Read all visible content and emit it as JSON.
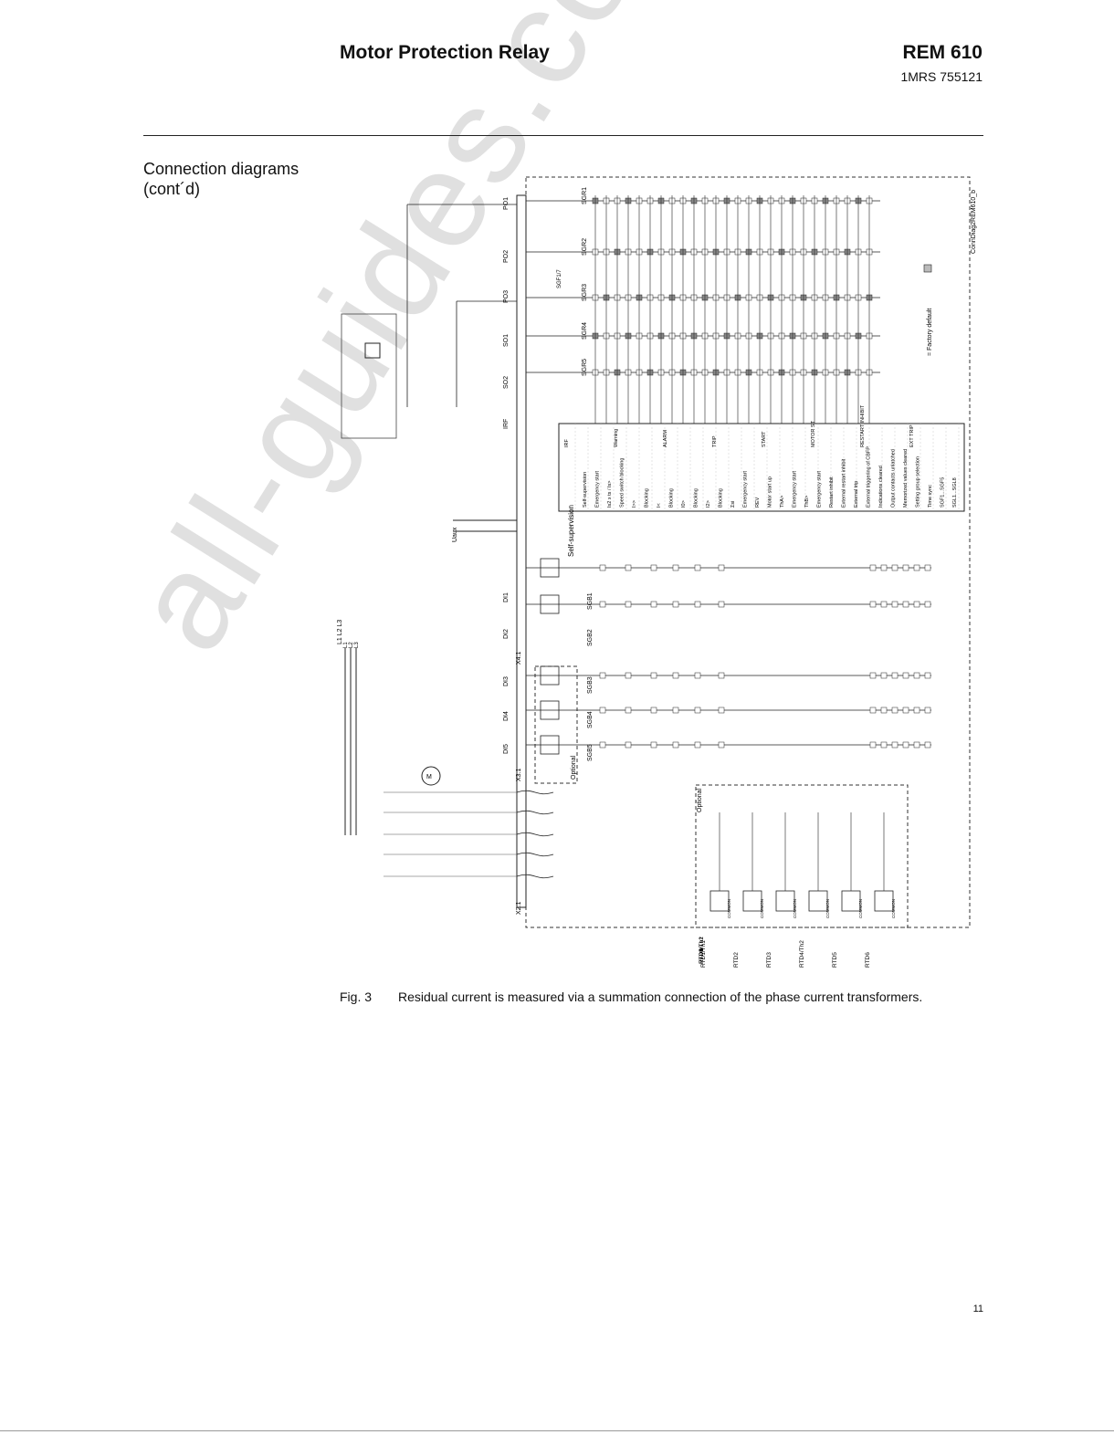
{
  "header": {
    "title": "Motor Protection Relay",
    "model": "REM 610",
    "doc_number": "1MRS 755121"
  },
  "section_heading": "Connection diagrams\n(cont´d)",
  "diagram": {
    "drawing_id": "ConnDiag2REM610_b",
    "factory_default_note": "= Factory default",
    "optional_label": "Optional",
    "terminal_blocks": [
      "X2.1",
      "X3.1",
      "X4.1"
    ],
    "phases": [
      "L1",
      "L2",
      "L3"
    ],
    "outputs": [
      "PO1",
      "PO2",
      "PO3",
      "SO1",
      "SO2",
      "IRF"
    ],
    "output_groups": [
      "SGR1",
      "SGR2",
      "SGR3",
      "SGR4",
      "SGR5"
    ],
    "digital_inputs": [
      "DI1",
      "DI2",
      "DI3",
      "DI4",
      "DI5"
    ],
    "input_groups": [
      "SGB1",
      "SGB2",
      "SGB3",
      "SGB4",
      "SGB5"
    ],
    "switch_label": "SGF1/7",
    "supply_label": "Uaux",
    "rtd_inputs": [
      "RTD1/Th1",
      "RTD2",
      "RTD3",
      "RTD4/Th2",
      "RTD5",
      "RTD6"
    ],
    "common_label": "COMMON",
    "functions": [
      "Self-supervision",
      "Emergency start",
      "Is2 x ts / Is>",
      "Speed switch blocking",
      "I>>",
      "Blocking",
      "I<",
      "Blocking",
      "I0>",
      "Blocking",
      "I2>",
      "Blocking",
      "Σsi",
      "Emergency start",
      "REV",
      "Motor start up",
      "ThA>",
      "Emergency start",
      "ThB>",
      "Emergency start",
      "Restart inhibit",
      "External restart inhibit",
      "External trip",
      "External triggering of CBFP",
      "Indications cleared",
      "Output contacts unlatched",
      "Memorized values cleared",
      "Setting group selection",
      "Time sync",
      "SGF1...SGF5",
      "SGL1...SGL8"
    ],
    "signals": [
      "IRF",
      "Warning",
      "ALARM",
      "TRIP",
      "START",
      "MOTOR ST",
      "RESTART INHIBIT",
      "EXT TRIP"
    ]
  },
  "caption": {
    "label": "Fig. 3",
    "text": "Residual current is measured via a summation connection of the phase current transformers."
  },
  "page_number": "11",
  "watermark": "all-guides.com"
}
